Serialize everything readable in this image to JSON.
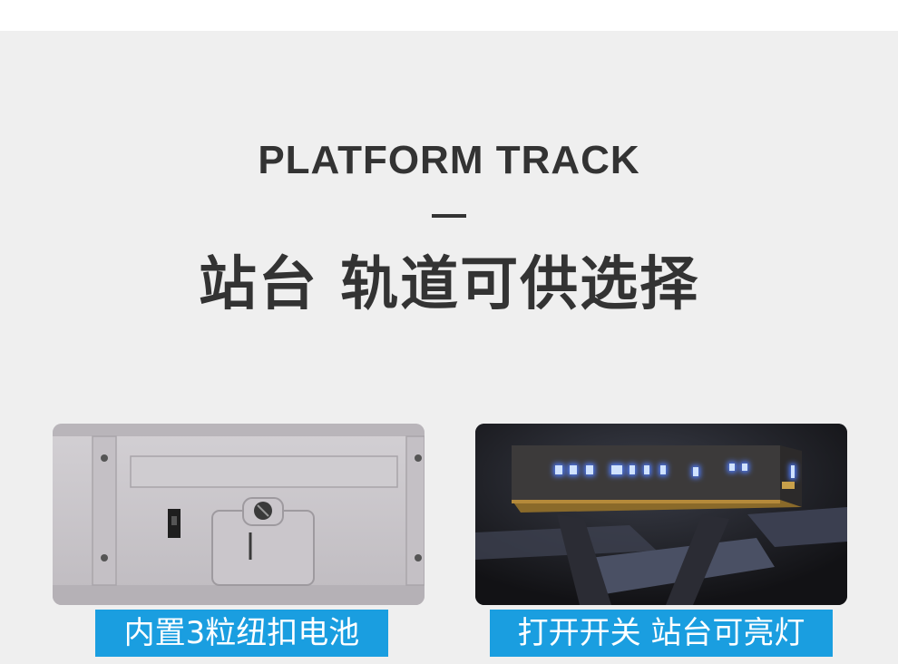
{
  "heading": {
    "title_en": "PLATFORM TRACK",
    "title_cn": "站台 轨道可供选择"
  },
  "features": [
    {
      "caption": "内置3粒纽扣电池"
    },
    {
      "caption": "打开开关 站台可亮灯"
    }
  ],
  "colors": {
    "background": "#efefef",
    "text": "#333333",
    "caption_bg": "#1a9ee0",
    "caption_text": "#ffffff",
    "led_glow": "#6fa8ff"
  }
}
